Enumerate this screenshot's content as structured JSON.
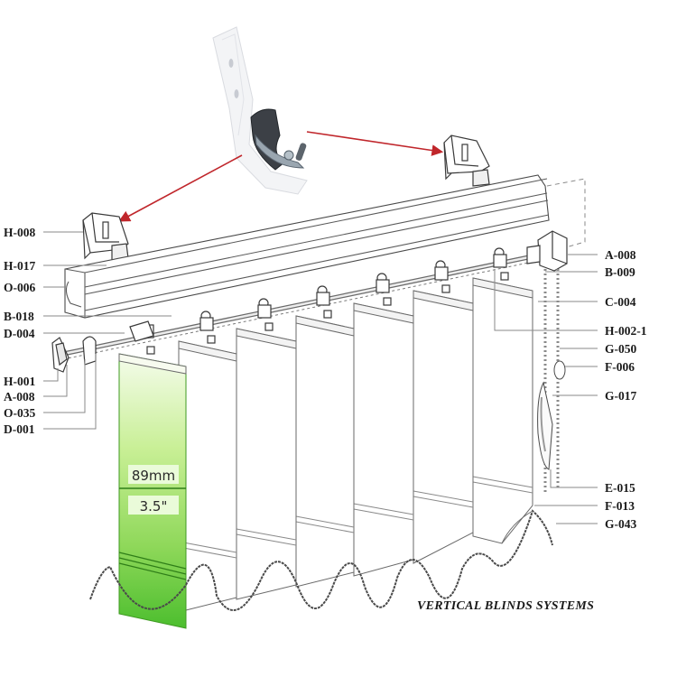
{
  "diagram": {
    "caption": "VERTICAL BLINDS SYSTEMS",
    "colors": {
      "accent_green_top": "#f3fbe8",
      "accent_green_bottom": "#4cbe2e",
      "arrow_red": "#c0262b",
      "label_text": "#1a1a1a",
      "line_art": "#5a5a5a"
    },
    "slat_dimension": {
      "metric": "89mm",
      "imperial": "3.5\""
    },
    "left_labels": [
      {
        "code": "H-008",
        "target": "ceiling-bracket-left"
      },
      {
        "code": "H-017",
        "target": "bracket-clip"
      },
      {
        "code": "O-006",
        "target": "headrail"
      },
      {
        "code": "B-018",
        "target": "carrier"
      },
      {
        "code": "D-004",
        "target": "end-cap"
      },
      {
        "code": "H-001",
        "target": "end-cap-cover"
      },
      {
        "code": "A-008",
        "target": "end-housing"
      },
      {
        "code": "O-035",
        "target": "end-carrier"
      },
      {
        "code": "D-001",
        "target": "tilt-rod"
      }
    ],
    "right_labels": [
      {
        "code": "A-008",
        "target": "control-housing"
      },
      {
        "code": "B-009",
        "target": "control-gear"
      },
      {
        "code": "C-004",
        "target": "vane-hanger"
      },
      {
        "code": "H-002-1",
        "target": "carrier-hook"
      },
      {
        "code": "G-050",
        "target": "bead-chain"
      },
      {
        "code": "F-006",
        "target": "chain-connector"
      },
      {
        "code": "G-017",
        "target": "cord-tensioner"
      },
      {
        "code": "E-015",
        "target": "tensioner-weight"
      },
      {
        "code": "F-013",
        "target": "bottom-weight"
      },
      {
        "code": "G-043",
        "target": "bottom-chain"
      }
    ],
    "slat_count": 7
  }
}
